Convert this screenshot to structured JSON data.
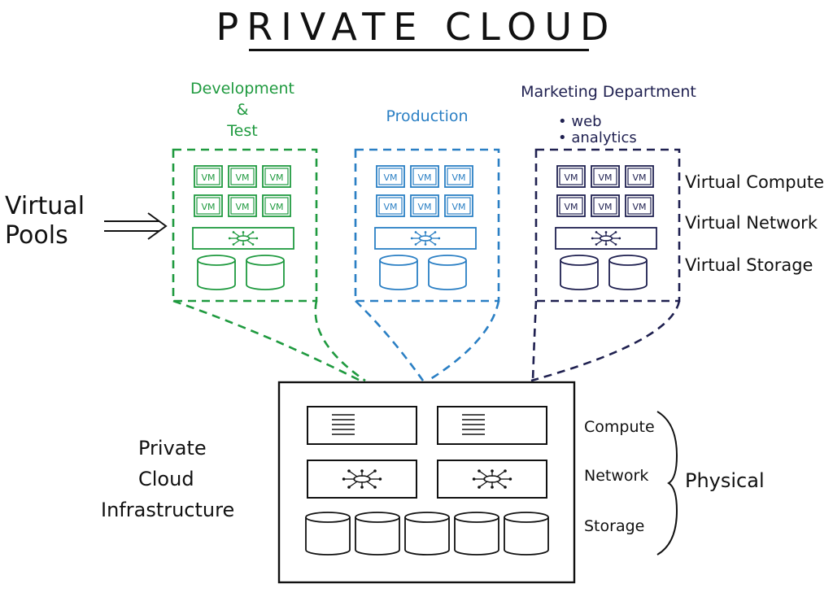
{
  "title": "PRIVATE CLOUD",
  "left_label": {
    "line1": "Virtual",
    "line2": "Pools"
  },
  "pools": [
    {
      "name_lines": [
        "Development",
        "&",
        "Test"
      ],
      "bullets": [],
      "color": "#1f9a3f"
    },
    {
      "name_lines": [
        "Production"
      ],
      "bullets": [],
      "color": "#2a7fc4"
    },
    {
      "name_lines": [
        "Marketing Department"
      ],
      "bullets": [
        "web",
        "analytics"
      ],
      "color": "#1f2050"
    }
  ],
  "vm_label": "VM",
  "virtual_layers": [
    "Virtual Compute",
    "Virtual Network",
    "Virtual Storage"
  ],
  "infra_label": {
    "line1": "Private",
    "line2": "Cloud",
    "line3": "Infrastructure"
  },
  "physical_layers": [
    "Compute",
    "Network",
    "Storage"
  ],
  "physical_label": "Physical"
}
